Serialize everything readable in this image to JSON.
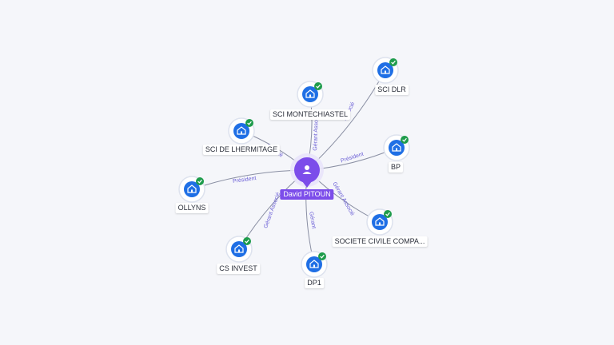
{
  "center": {
    "label": "David PITOUN",
    "icon": "person-icon"
  },
  "nodes": [
    {
      "label": "SCI DLR",
      "icon": "building-icon",
      "verified": true
    },
    {
      "label": "SCI MONTECHIASTEL",
      "icon": "building-icon",
      "verified": true
    },
    {
      "label": "SCI DE LHERMITAGE",
      "icon": "building-icon",
      "verified": true
    },
    {
      "label": "BP",
      "icon": "building-icon",
      "verified": true
    },
    {
      "label": "OLLYNS",
      "icon": "building-icon",
      "verified": true
    },
    {
      "label": "SOCIETE CIVILE COMPA...",
      "icon": "building-icon",
      "verified": true
    },
    {
      "label": "CS INVEST",
      "icon": "building-icon",
      "verified": true
    },
    {
      "label": "DP1",
      "icon": "building-icon",
      "verified": true
    }
  ],
  "edges": [
    {
      "label": "Associé"
    },
    {
      "label": "Gérant Associé"
    },
    {
      "label": "Associé"
    },
    {
      "label": "Président"
    },
    {
      "label": "Président"
    },
    {
      "label": "Gérant Associé"
    },
    {
      "label": "Gérant Associé"
    },
    {
      "label": "Gérant"
    }
  ],
  "colors": {
    "center": "#7c4dea",
    "node": "#1f6fe5",
    "check": "#1e9c4b",
    "edge_label": "#6b5fd6"
  }
}
